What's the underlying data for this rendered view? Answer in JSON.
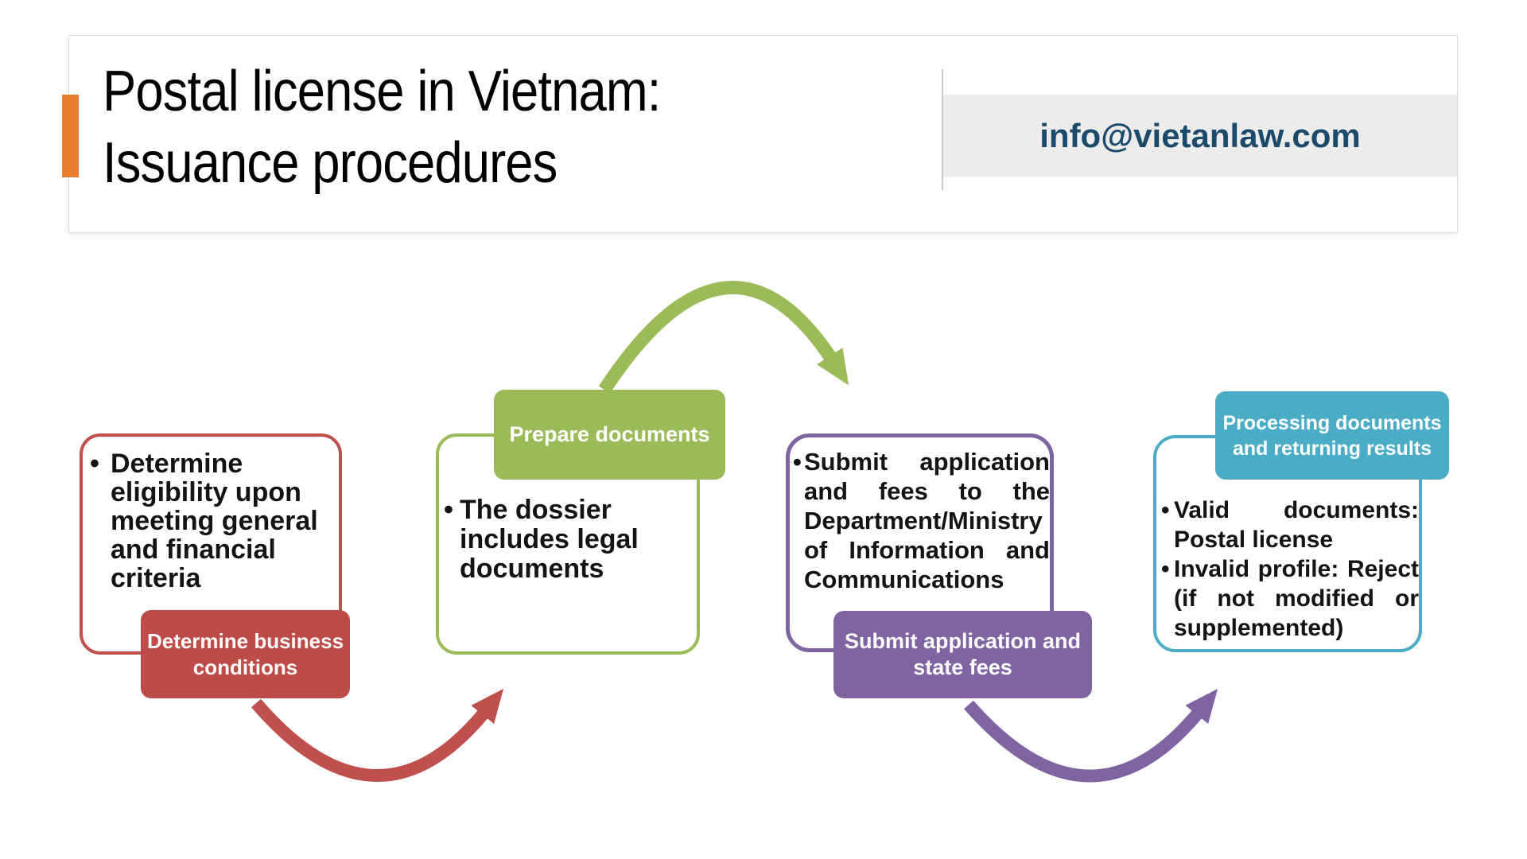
{
  "header": {
    "title_line1": "Postal license in Vietnam:",
    "title_line2": "Issuance procedures",
    "email": "info@vietanlaw.com"
  },
  "bullet": "•",
  "colors": {
    "orange_accent": "#EB7D2F",
    "step1_red": "#C0504D",
    "step1_label_fill": "#BE4B48",
    "step2_green": "#9BBB59",
    "step3_purple": "#8064A2",
    "step4_teal": "#4BACC6",
    "email_text": "#1B4A6B",
    "email_background": "#ececec"
  },
  "steps": [
    {
      "label": "Determine business conditions",
      "items": [
        "Determine eligibility upon meeting general and financial criteria"
      ]
    },
    {
      "label": "Prepare documents",
      "items": [
        "The dossier includes legal documents"
      ]
    },
    {
      "label": "Submit application and state fees",
      "items": [
        "Submit application and fees to the Department/Ministry of Information and Communications"
      ]
    },
    {
      "label": "Processing documents and returning results",
      "items": [
        "Valid documents: Postal license",
        "Invalid profile: Reject (if not modified or supplemented)"
      ]
    }
  ]
}
